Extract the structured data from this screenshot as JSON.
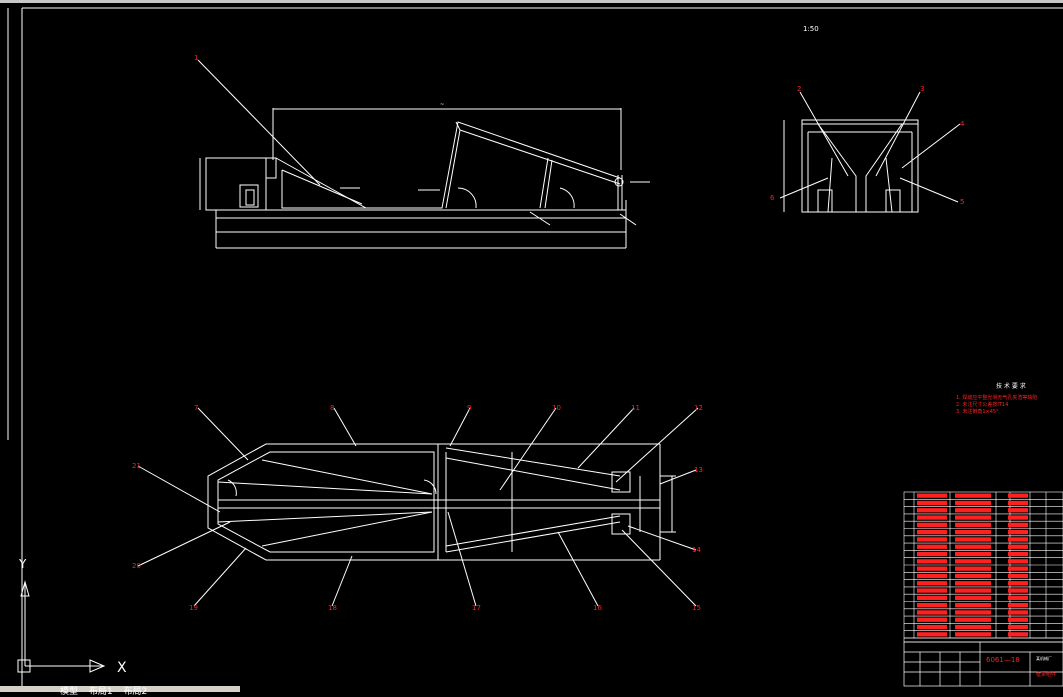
{
  "drawing": {
    "scale_note": "1:50",
    "tech_title": "技 术 要 求",
    "tech_notes": [
      "1. 焊缝应平整光滑无气孔夹渣等缺陷",
      "2. 未注尺寸公差按IT14",
      "3. 未注倒角1×45°"
    ],
    "title_block": {
      "drawing_no": "6061—18",
      "company": "某机械厂",
      "part_name": "框架组件"
    },
    "tabs": [
      "模型",
      "布局1",
      "布局2"
    ],
    "part_labels_top": [
      "1",
      "2",
      "3",
      "4",
      "5",
      "6"
    ],
    "part_labels_bottom": [
      "7",
      "8",
      "9",
      "10",
      "11",
      "12",
      "13",
      "14",
      "15",
      "16",
      "17",
      "18",
      "19",
      "20",
      "21"
    ],
    "bom_rows": 20,
    "ucs_x": "X",
    "ucs_y": "Y",
    "colors": {
      "background": "#000000",
      "lines": "#ffffff",
      "labels": "#ff2020",
      "accent_red": "#ff0000"
    }
  }
}
